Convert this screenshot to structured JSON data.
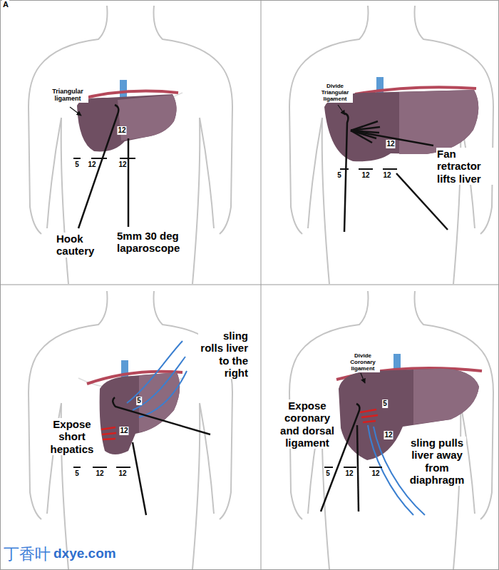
{
  "diagram": {
    "labels": [
      "A",
      "Triangular ligament",
      "12",
      "5",
      "12",
      "12",
      "Hook cautery",
      "5mm 30 deg laparoscope",
      "Divide Triangular ligament",
      "12",
      "Fan retractor lifts liver",
      "5",
      "12",
      "12",
      "sling rolls liver to the right",
      "5",
      "Expose short hepatics",
      "12",
      "5",
      "12",
      "12",
      "Divide Coronary ligament",
      "5",
      "Expose coronary and dorsal ligament",
      "12",
      "sling pulls liver away from diaphragm",
      "5",
      "12",
      "12",
      "丁香叶",
      "dxye.com"
    ]
  }
}
